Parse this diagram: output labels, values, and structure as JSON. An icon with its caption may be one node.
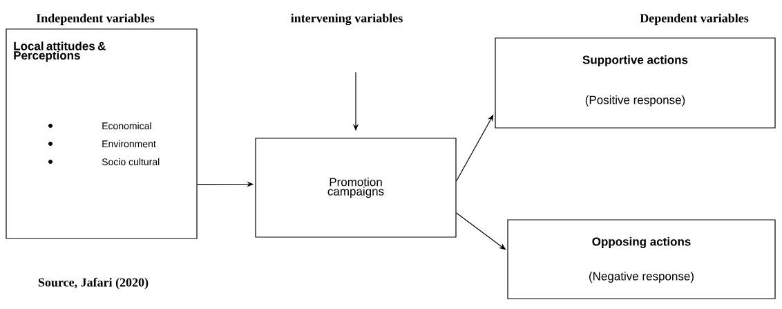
{
  "diagram": {
    "nodes": [
      {
        "text": [
          "Local attitudes & Perceptions",
          "Economical",
          "Environment",
          "Socio cultural"
        ]
      },
      {
        "text": [
          "Promotion campaigns"
        ]
      },
      {
        "text": [
          "Supportive actions",
          "(Positive response)"
        ]
      },
      {
        "text": [
          "Opposing actions",
          "(Negative response)"
        ]
      }
    ],
    "edges": [
      {
        "from": null,
        "to": 1,
        "arrow": "to"
      },
      {
        "from": 0,
        "to": 1,
        "arrow": "to"
      },
      {
        "from": 1,
        "to": 2,
        "arrow": "to"
      },
      {
        "from": 1,
        "to": 3,
        "arrow": "to"
      }
    ],
    "labels": [
      "Independent variables",
      "intervening variables",
      "Dependent variables",
      "Source, Jafari (2020)"
    ]
  }
}
